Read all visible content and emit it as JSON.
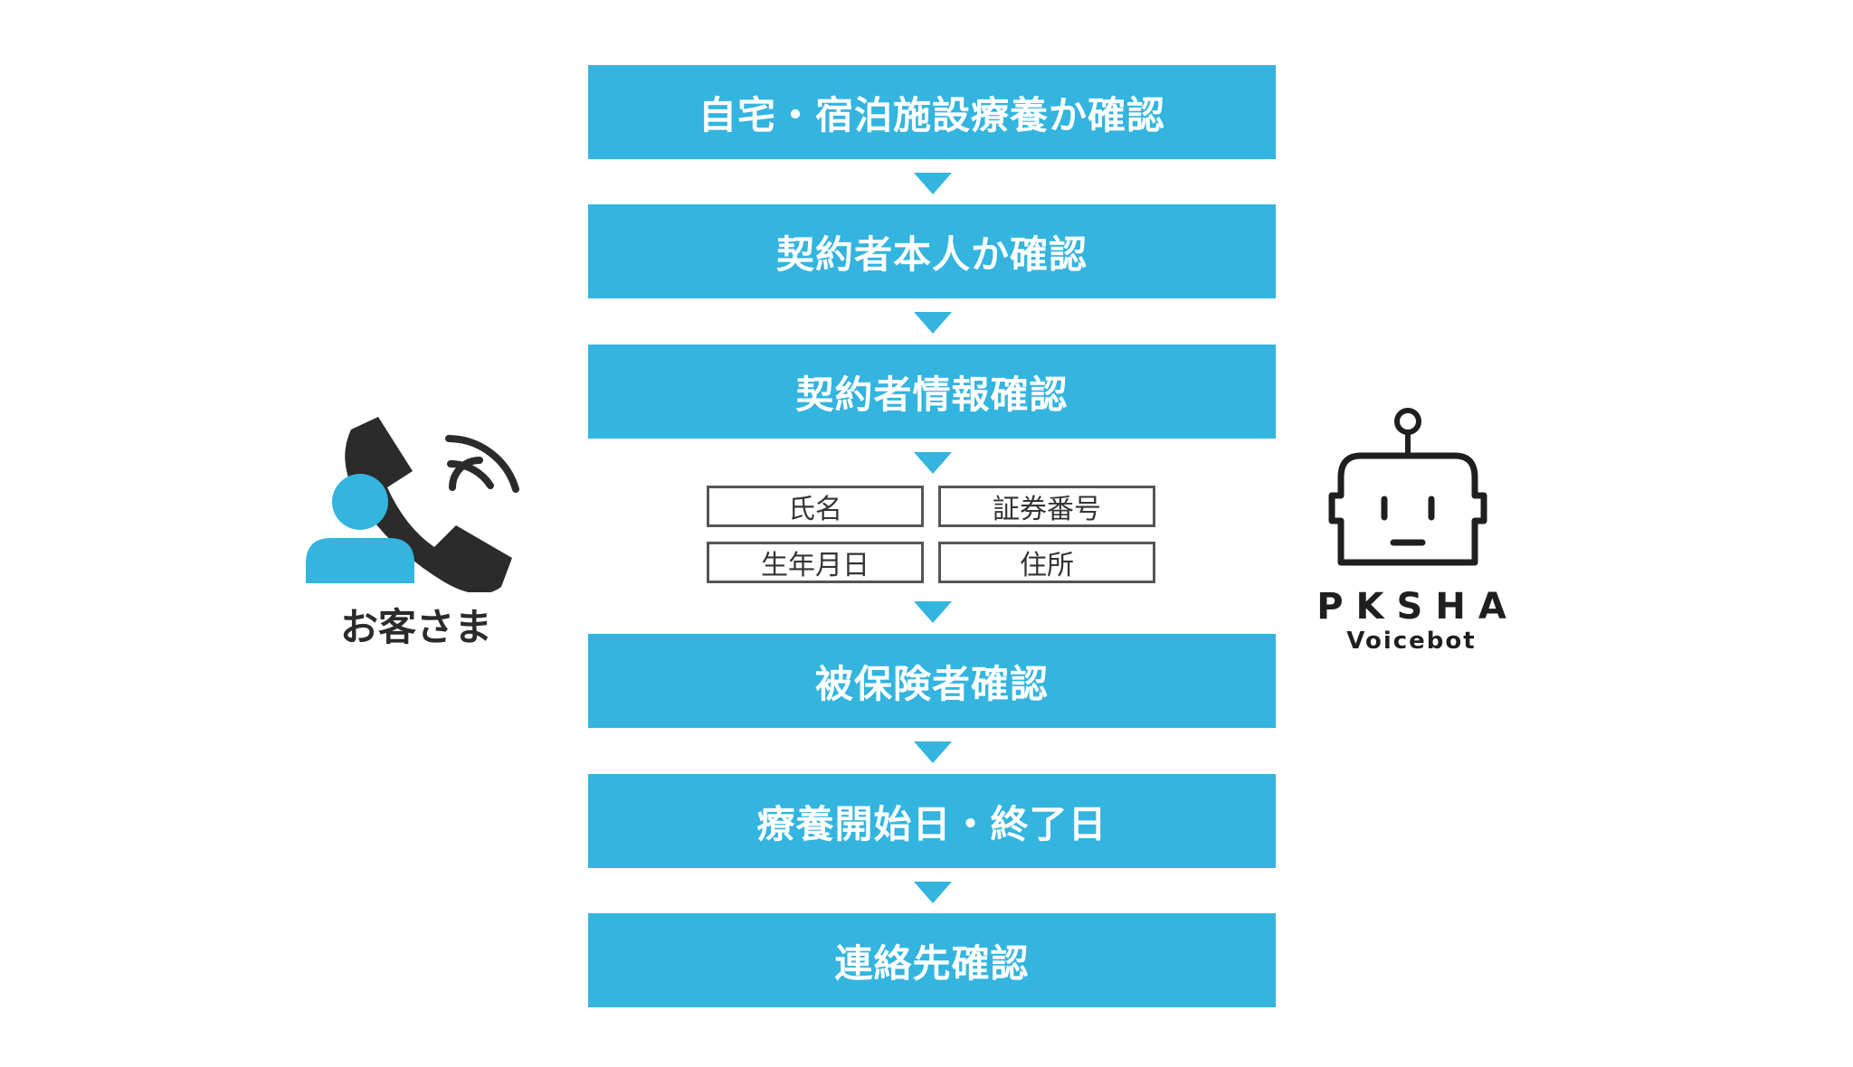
{
  "steps": [
    "自宅・宿泊施設療養か確認",
    "契約者本人か確認",
    "契約者情報確認",
    "被保険者確認",
    "療養開始日・終了日",
    "連絡先確認"
  ],
  "info_fields": [
    "氏名",
    "証券番号",
    "生年月日",
    "住所"
  ],
  "customer": {
    "label": "お客さま",
    "icon": "person-with-phone-icon"
  },
  "bot": {
    "brand": "PKSHA",
    "product": "Voicebot",
    "icon": "robot-icon"
  },
  "colors": {
    "accent": "#33b5df",
    "dark": "#2b2b2b",
    "border": "#555555"
  }
}
